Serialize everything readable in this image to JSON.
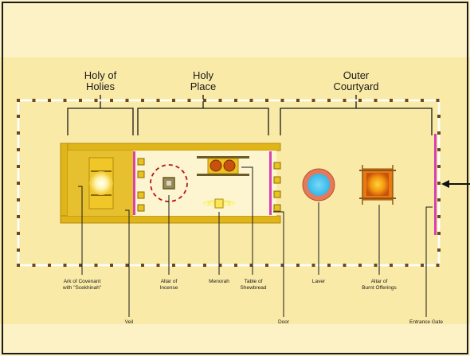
{
  "sections": {
    "holy_of_holies": [
      "Holy of",
      "Holies"
    ],
    "holy_place": [
      "Holy",
      "Place"
    ],
    "outer_courtyard": [
      "Outer",
      "Courtyard"
    ]
  },
  "labels": {
    "ark": [
      "Ark of Covenant",
      "with \"Scekhinah\""
    ],
    "veil": "Veil",
    "altar_incense": [
      "Altar of",
      "Incense"
    ],
    "menorah": "Menorah",
    "table": [
      "Table of",
      "Shewbread"
    ],
    "door": "Door",
    "laver": "Laver",
    "altar_burnt": [
      "Altar of",
      "Burnt Offerings"
    ],
    "entrance": "Entrance Gate"
  },
  "colors": {
    "background": "#fdf1c6",
    "band": "#faeaa7",
    "frame": "#1a1a1a",
    "wall": "#e0b51a",
    "veil": "#d93fb2",
    "courtyard_outline": "#ffffff",
    "post": "#6b4a1a",
    "laver": "#49c6f0",
    "laver_rim": "#e47a58",
    "altar_burnt": "#e87a10",
    "highlight_circle": "#b5161d"
  }
}
